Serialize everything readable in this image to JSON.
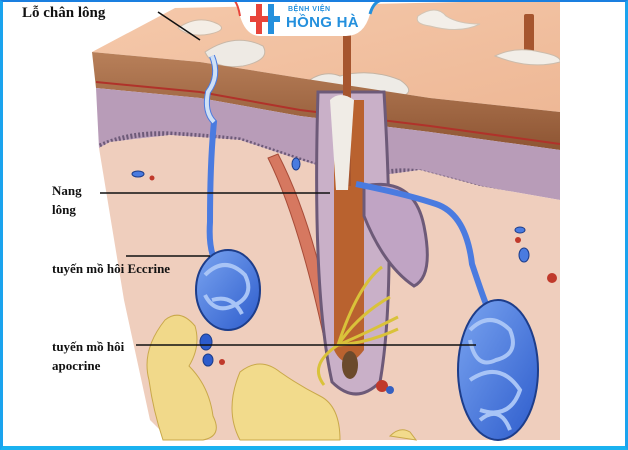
{
  "diagram": {
    "subject": "Skin cross-section with hair follicle and sweat glands",
    "labels": {
      "pore": "Lỗ chân lông",
      "hair_follicle_line1": "Nang",
      "hair_follicle_line2": "lông",
      "eccrine_gland": "tuyến mồ hôi Eccrine",
      "apocrine_line1": "tuyến mồ hôi",
      "apocrine_line2": "apocrine"
    }
  },
  "watermark": {
    "subtitle": "BỆNH VIỆN",
    "title": "HỒNG HÀ",
    "icon": "hospital-cross-icon"
  },
  "colors": {
    "border": "#1aa3ee",
    "logo_blue": "#2490dd",
    "logo_red": "#e8443a",
    "skin_surface": "#f2c1a1",
    "epidermis": "#a86a45",
    "dermis_upper": "#b79bb5",
    "dermis": "#efcfbf",
    "gland_blue": "#4a7be0",
    "fat": "#f2dc8a",
    "nerve": "#d9c23a"
  }
}
